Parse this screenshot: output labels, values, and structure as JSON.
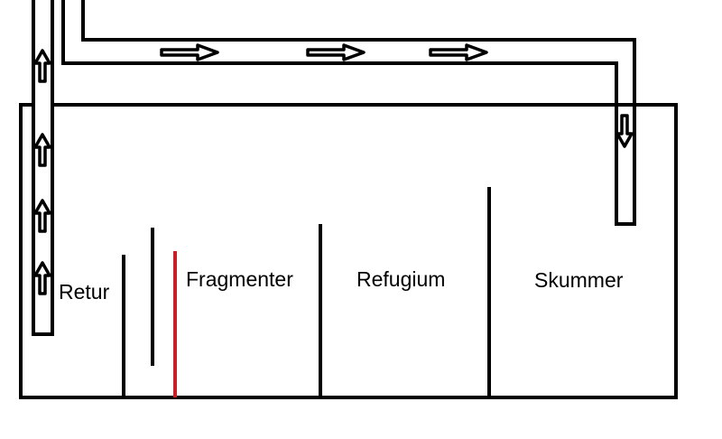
{
  "diagram": {
    "labels": {
      "return": "Retur",
      "fragments": "Fragmenter",
      "refugium": "Refugium",
      "skimmer": "Skummer"
    },
    "colors": {
      "line": "#000000",
      "highlight_baffle": "#c8202a"
    }
  }
}
